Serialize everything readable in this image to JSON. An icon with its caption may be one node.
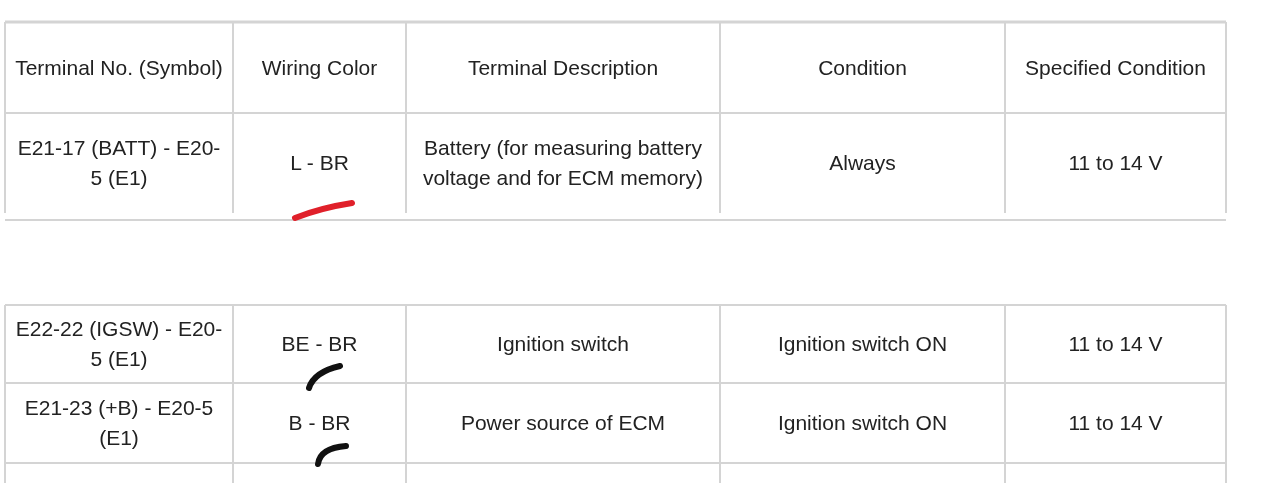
{
  "diagram": {
    "labels": [
      "Terminal No. (Symbol)",
      "Wiring Color",
      "Terminal Description",
      "Condition",
      "Specified Condition",
      "E21-17 (BATT) - E20-5 (E1)",
      "L - BR",
      "Battery (for measuring battery voltage and for ECM memory)",
      "Always",
      "11 to 14 V",
      "E22-22 (IGSW) - E20-5 (E1)",
      "BE - BR",
      "Ignition switch",
      "Ignition switch ON",
      "11 to 14 V",
      "E21-23 (+B) - E20-5 (E1)",
      "B - BR",
      "Power source of ECM",
      "Ignition switch ON",
      "11 to 14 V"
    ]
  }
}
